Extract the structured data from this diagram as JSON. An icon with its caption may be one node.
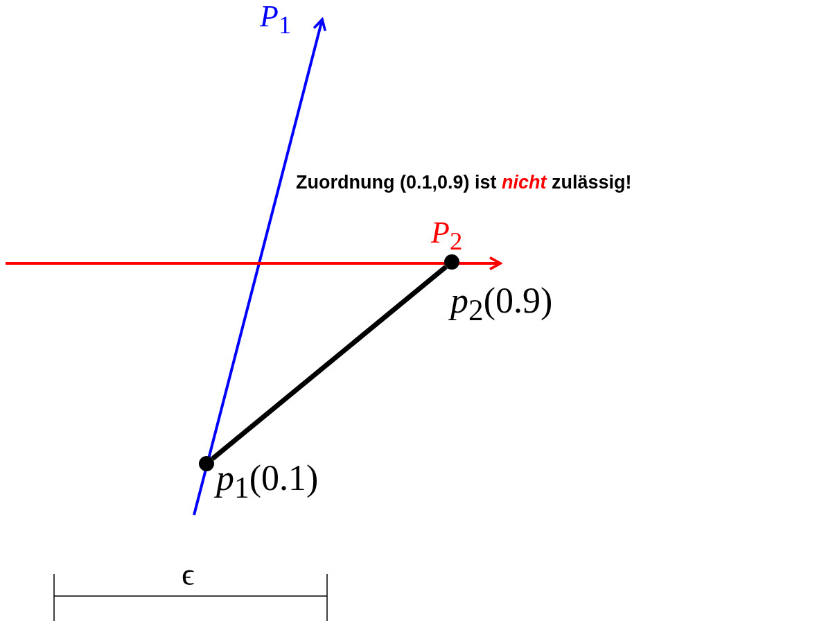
{
  "diagram": {
    "nodes": [
      {
        "text": [],
        "shape": "circle",
        "beside": [
          "*p*$_{1}$(0.1)"
        ]
      },
      {
        "text": [],
        "shape": "circle",
        "beside": [
          "*p*$_{2}$(0.9)"
        ]
      }
    ],
    "edges": [
      {
        "from": 0,
        "to": 1,
        "arrow": "none"
      }
    ],
    "labels": [
      "*P*$_{1}$",
      "Zuordnung (0.1,0.9) ist *nicht* zulässig!",
      "*P*$_{2}$",
      "ϵ"
    ]
  }
}
